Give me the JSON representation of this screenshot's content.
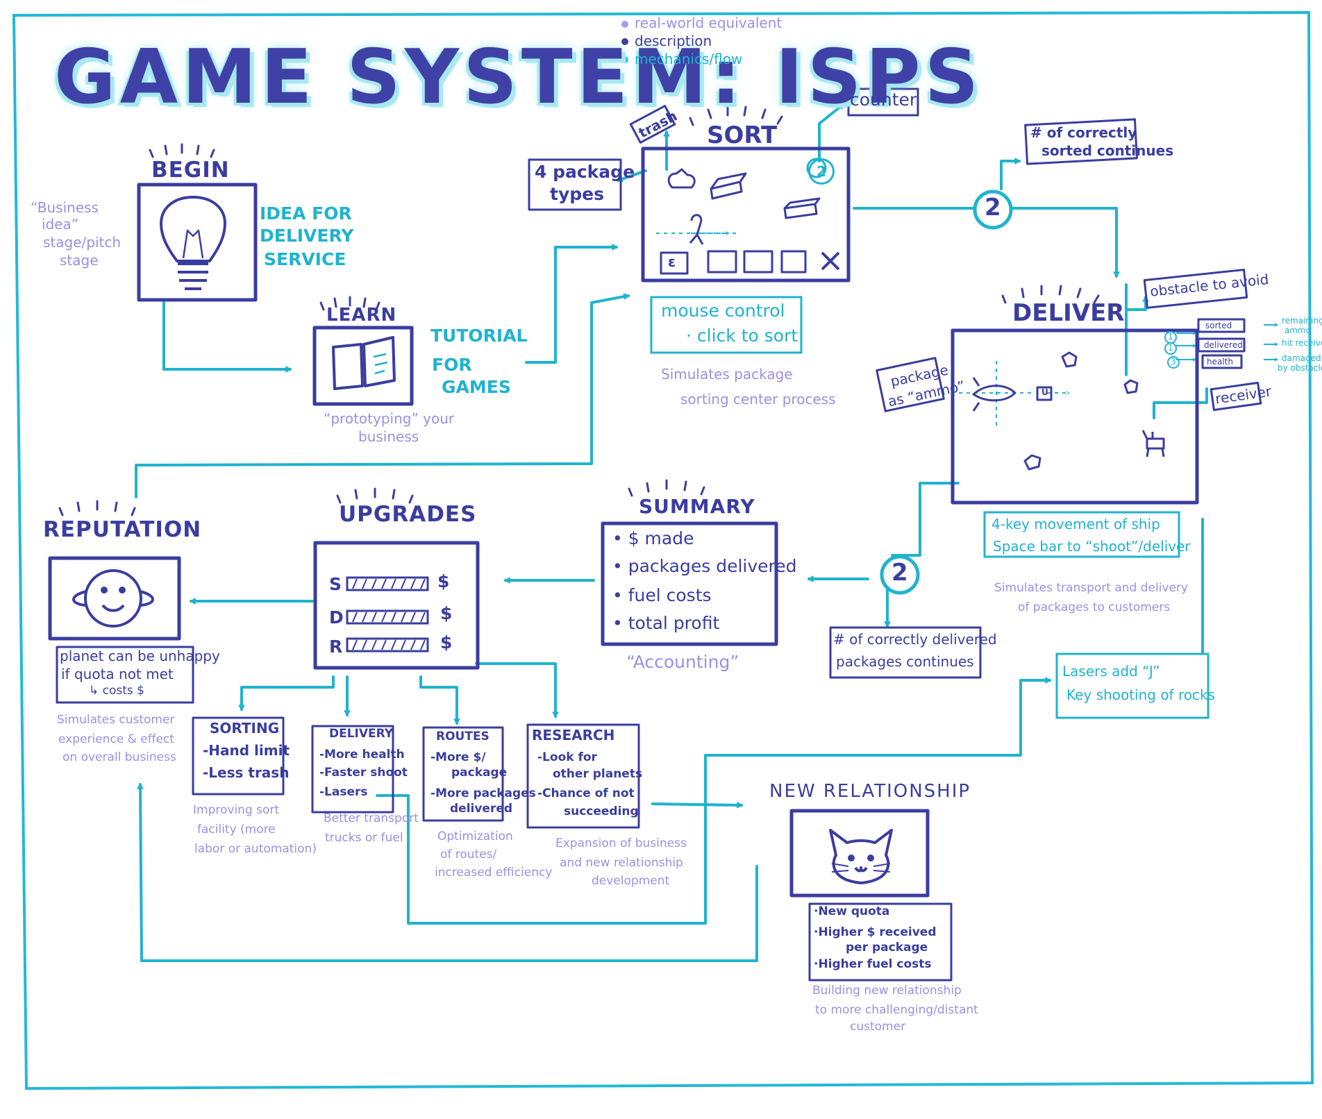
{
  "title": "GAME SYSTEM: ISPS",
  "legend": [
    {
      "label": "real-world equivalent",
      "color": "#a79cf0"
    },
    {
      "label": "description",
      "color": "#3a3d9f"
    },
    {
      "label": "mechanics/flow",
      "color": "#2fc3cf"
    }
  ],
  "colors": {
    "navy": "#3a3d9f",
    "teal": "#1fb3cf",
    "lavender": "#9d8ee6",
    "title_glow": "#a9e9f0"
  },
  "begin": {
    "title": "BEGIN",
    "mechanic": [
      "IDEA FOR",
      "DELIVERY",
      "SERVICE"
    ],
    "real_world": [
      "“Business",
      "idea”",
      "stage/pitch",
      "stage"
    ],
    "icon": "lightbulb-icon"
  },
  "learn": {
    "title": "LEARN",
    "mechanic": [
      "TUTORIAL",
      "FOR",
      "GAMES"
    ],
    "real_world": [
      "“prototyping” your",
      "business"
    ],
    "icon": "open-book-icon"
  },
  "sort": {
    "title": "SORT",
    "counter_badge": "2",
    "trash_label": "trash",
    "counter_label": "counter",
    "package_types": [
      "4 package",
      "types"
    ],
    "mechanic": [
      "mouse control",
      "· click to sort"
    ],
    "real_world": [
      "Simulates package",
      "sorting center process"
    ],
    "correct_sorted": [
      "# of correctly",
      "sorted continues"
    ],
    "flow_badge": "2",
    "reject_glyph": "✕"
  },
  "deliver": {
    "title": "DELIVER",
    "obstacle_label": "obstacle to avoid",
    "receiver_label": "receiver",
    "ammo_label": [
      "package",
      "as “ammo”"
    ],
    "hud": [
      {
        "num": "1",
        "box": "sorted",
        "note": [
          "remaining",
          "ammo"
        ]
      },
      {
        "num": "1",
        "box": "delivered",
        "note": [
          "hit receiver"
        ]
      },
      {
        "num": "3",
        "box": "health",
        "note": [
          "damaged",
          "by obstacles"
        ]
      }
    ],
    "mechanic": [
      "4-key movement of ship",
      "Space bar to “shoot”/deliver"
    ],
    "real_world": [
      "Simulates transport and delivery",
      "of packages to customers"
    ],
    "lasers": [
      "Lasers add “J”",
      "Key shooting of rocks"
    ],
    "ammo_box_glyph": "U"
  },
  "summary": {
    "title": "SUMMARY",
    "items": [
      "$ made",
      "packages delivered",
      "fuel costs",
      "total profit"
    ],
    "real_world": "“Accounting”",
    "flow_badge": "2",
    "correct_delivered": [
      "# of correctly delivered",
      "packages continues"
    ]
  },
  "upgrades": {
    "title": "UPGRADES",
    "bars": [
      {
        "letter": "S",
        "symbol": "$"
      },
      {
        "letter": "D",
        "symbol": "$"
      },
      {
        "letter": "R",
        "symbol": "$"
      }
    ],
    "categories": [
      {
        "title": "SORTING",
        "items": [
          "-Hand limit",
          "-Less trash"
        ],
        "real_world": [
          "Improving sort",
          "facility (more",
          "labor or automation)"
        ]
      },
      {
        "title": "DELIVERY",
        "items": [
          "-More health",
          "-Faster shoot",
          "-Lasers"
        ],
        "real_world": [
          "Better transport",
          "trucks or fuel"
        ]
      },
      {
        "title": "ROUTES",
        "items": [
          "-More $/",
          "package",
          "-More packages",
          "delivered"
        ],
        "real_world": [
          "Optimization",
          "of routes/",
          "increased efficiency"
        ]
      },
      {
        "title": "RESEARCH",
        "items": [
          "-Look for",
          "other planets",
          "-Chance of not",
          "succeeding"
        ],
        "real_world": [
          "Expansion of business",
          "and new relationship",
          "development"
        ]
      }
    ]
  },
  "reputation": {
    "title": "REPUTATION",
    "note": [
      "planet can be unhappy",
      "if quota not met",
      "↳ costs $"
    ],
    "real_world": [
      "Simulates customer",
      "experience & effect",
      "on overall business"
    ],
    "icon": "planet-face-icon"
  },
  "new_relationship": {
    "title": "NEW RELATIONSHIP",
    "items": [
      "·New quota",
      "·Higher $ received",
      "per package",
      "·Higher fuel costs"
    ],
    "real_world": [
      "Building new relationship",
      "to more challenging/distant",
      "customer"
    ],
    "icon": "cat-face-icon"
  }
}
